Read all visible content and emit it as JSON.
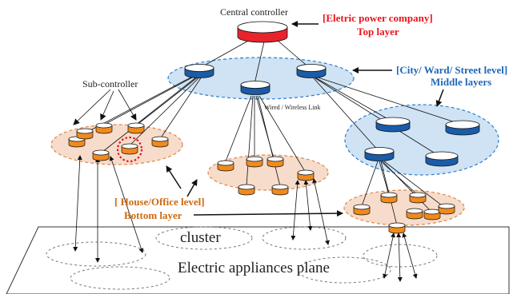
{
  "labels": {
    "central_controller": "Central controller",
    "top_layer_line1": "[Eletric power company]",
    "top_layer_line2": "Top layer",
    "middle_layer_line1": "[City/ Ward/ Street level]",
    "middle_layer_line2": "Middle layers",
    "sub_controller": "Sub-controller",
    "link": "Wired / Wireless Link",
    "bottom_layer_line1": "[ House/Office level]",
    "bottom_layer_line2": "Bottom layer",
    "cluster": "cluster",
    "plane": "Electric appliances plane"
  },
  "colors": {
    "top_node": "#e8232b",
    "middle_node": "#1a5ca8",
    "bottom_node": "#f08a1d",
    "middle_ellipse": "#cfe3f4",
    "bottom_ellipse": "#f7dccb",
    "highlight": "#e8141b"
  }
}
